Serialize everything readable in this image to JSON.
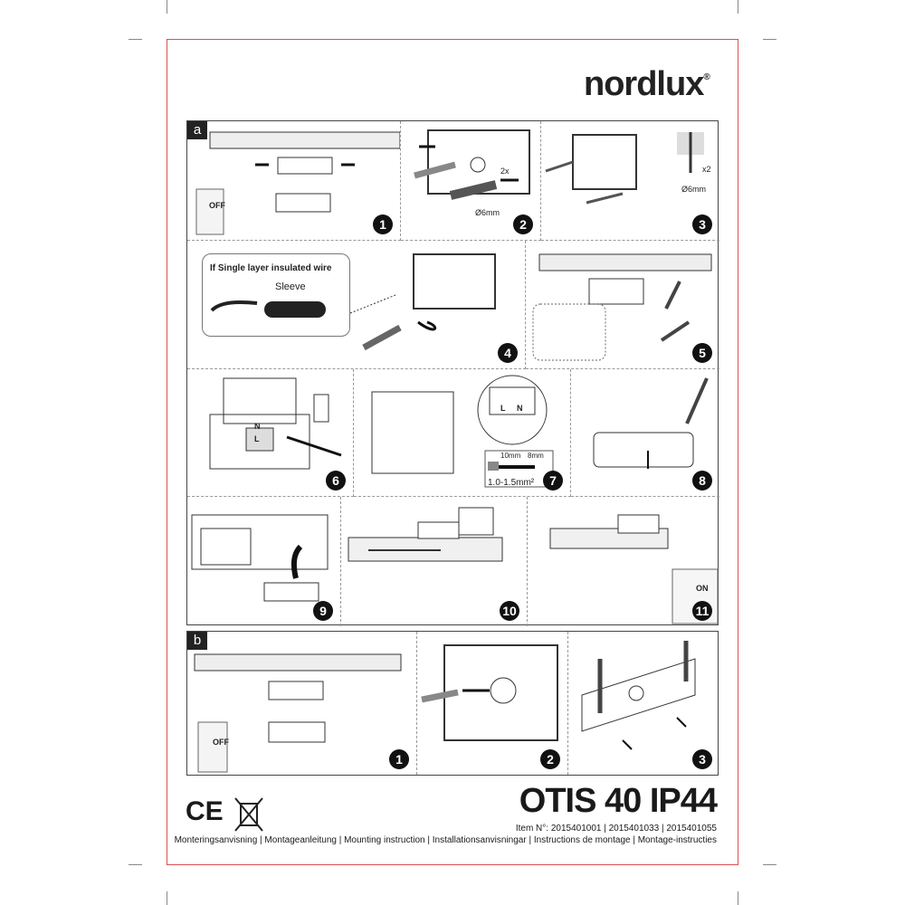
{
  "brand": {
    "logo": "nordlux",
    "registered": "®"
  },
  "section_a": {
    "tag": "a",
    "panels": [
      {
        "num": "1",
        "off_label": "OFF"
      },
      {
        "num": "2",
        "count_label": "2x",
        "drill_label": "Ø6mm"
      },
      {
        "num": "3",
        "count_label": "x2",
        "drill_label": "Ø6mm"
      },
      {
        "num": "4",
        "callout_title": "If Single layer insulated wire",
        "sleeve_label": "Sleeve"
      },
      {
        "num": "5"
      },
      {
        "num": "6",
        "terminal_labels": [
          "N",
          "L"
        ]
      },
      {
        "num": "7",
        "terminal_labels": [
          "L",
          "N"
        ],
        "strip_lengths": [
          "10mm",
          "8mm"
        ],
        "wire_gauge": "1.0-1.5mm²"
      },
      {
        "num": "8"
      },
      {
        "num": "9"
      },
      {
        "num": "10"
      },
      {
        "num": "11",
        "on_label": "ON"
      }
    ]
  },
  "section_b": {
    "tag": "b",
    "panels": [
      {
        "num": "1",
        "off_label": "OFF"
      },
      {
        "num": "2"
      },
      {
        "num": "3"
      }
    ]
  },
  "footer": {
    "cert_mark": "CE",
    "product_title": "OTIS 40 IP44",
    "item_numbers": "Item N°: 2015401001 | 2015401033 | 2015401055",
    "languages": "Monteringsanvisning | Montageanleitung | Mounting instruction | Installationsanvisningar | Instructions de montage | Montage-instructies"
  }
}
